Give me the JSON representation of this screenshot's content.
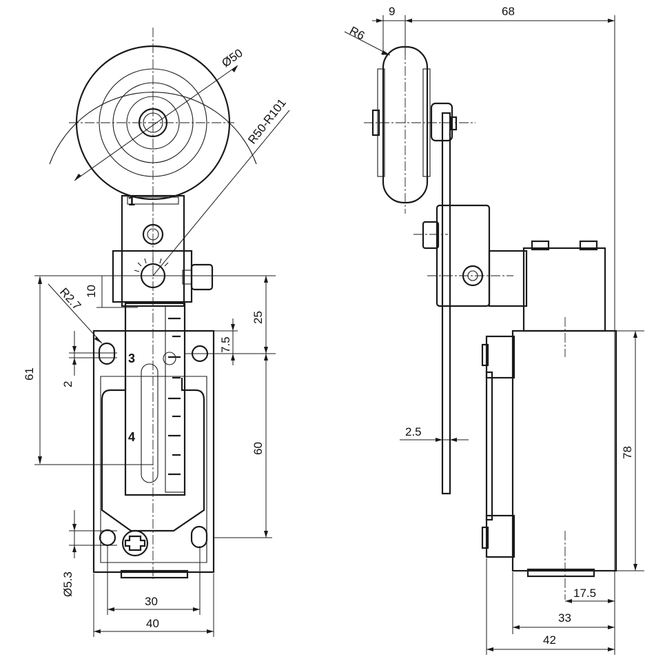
{
  "front_view": {
    "roller_diameter": "Ø50",
    "arm_radius": "R50-R101",
    "corner_radius": "R2.7",
    "dim_10": "10",
    "dim_25": "25",
    "dim_7_5": "7.5",
    "dim_61": "61",
    "dim_2": "2",
    "dim_60": "60",
    "hole_diameter": "Ø5.3",
    "dim_30": "30",
    "dim_40": "40",
    "position_marks": [
      "1",
      "3",
      "4"
    ]
  },
  "side_view": {
    "dim_9": "9",
    "dim_68": "68",
    "roller_radius": "R6",
    "arm_thickness": "2.5",
    "dim_78": "78",
    "dim_17_5": "17.5",
    "dim_33": "33",
    "dim_42": "42"
  }
}
